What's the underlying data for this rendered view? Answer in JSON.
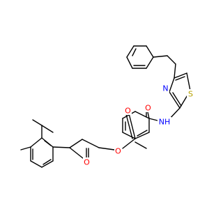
{
  "molecule": {
    "colors": {
      "bond": "#000000",
      "O": "#ff0000",
      "N": "#0000ff",
      "S": "#b5a000",
      "H": "#0000ff"
    },
    "labels": {
      "o_carbonyl_ketone": "O",
      "o_ester_ether": "O",
      "o_ester_carbonyl": "O",
      "o_amide": "O",
      "nh": "NH",
      "n_thiazole": "N",
      "s_thiazole": "S"
    }
  }
}
